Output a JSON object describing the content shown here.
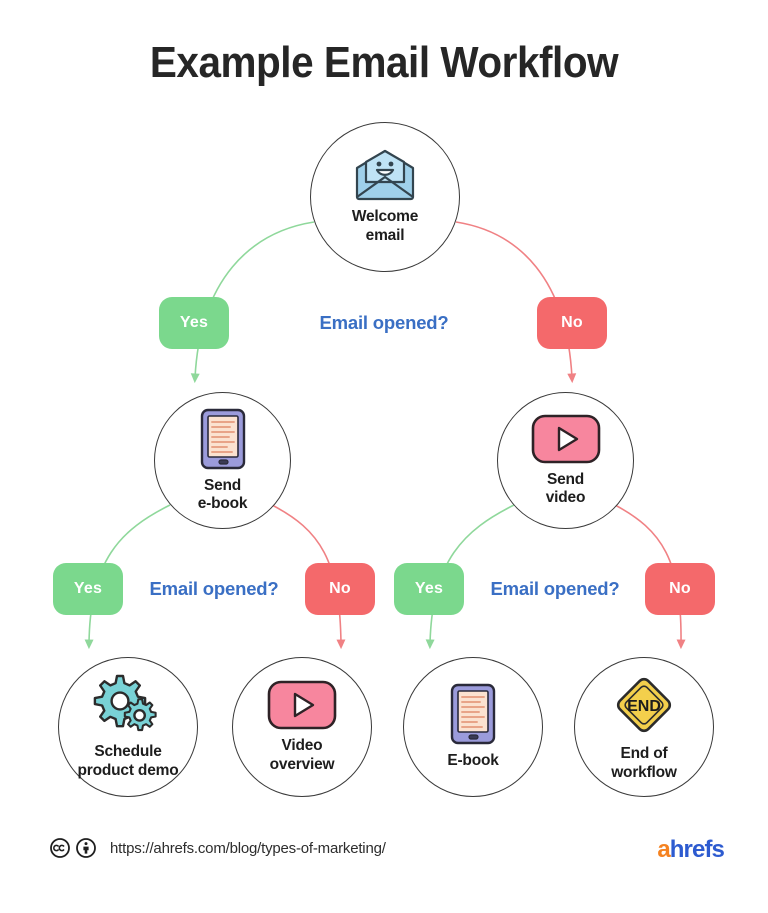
{
  "title": "Example Email Workflow",
  "nodes": {
    "welcome": {
      "label": "Welcome\nemail",
      "icon": "open-envelope-smiley-icon"
    },
    "send_ebook": {
      "label": "Send\ne-book",
      "icon": "ebook-tablet-icon"
    },
    "send_video": {
      "label": "Send\nvideo",
      "icon": "video-play-icon"
    },
    "schedule_demo": {
      "label": "Schedule\nproduct demo",
      "icon": "gears-icon"
    },
    "video_overview": {
      "label": "Video\noverview",
      "icon": "video-play-icon"
    },
    "ebook": {
      "label": "E-book",
      "icon": "ebook-tablet-icon"
    },
    "end": {
      "label": "End of\nworkflow",
      "icon": "end-sign-icon",
      "sign_text": "END"
    }
  },
  "questions": {
    "q1": "Email opened?",
    "q2": "Email opened?",
    "q3": "Email opened?"
  },
  "badges": {
    "yes": "Yes",
    "no": "No"
  },
  "footer": {
    "url": "https://ahrefs.com/blog/types-of-marketing/",
    "license_icons": [
      "creative-commons-icon",
      "attribution-icon"
    ],
    "logo_a": "a",
    "logo_rest": "hrefs"
  },
  "colors": {
    "yes_badge": "#7BD88D",
    "no_badge": "#F4696B",
    "question_text": "#3A6FC4",
    "yes_edge": "#8FD89B",
    "no_edge": "#F08184",
    "node_outline": "#3a3a3a",
    "envelope_light": "#BFE3F5",
    "envelope_dark": "#94C8E4",
    "tablet_body": "#9B9BDB",
    "tablet_screen": "#FBE2D0",
    "tablet_lines": "#E8A488",
    "video_pink": "#F7869E",
    "gear_teal": "#79D2D6",
    "end_yellow": "#F3CF4C",
    "logo_orange": "#F58220",
    "logo_blue": "#2D5BD0"
  }
}
